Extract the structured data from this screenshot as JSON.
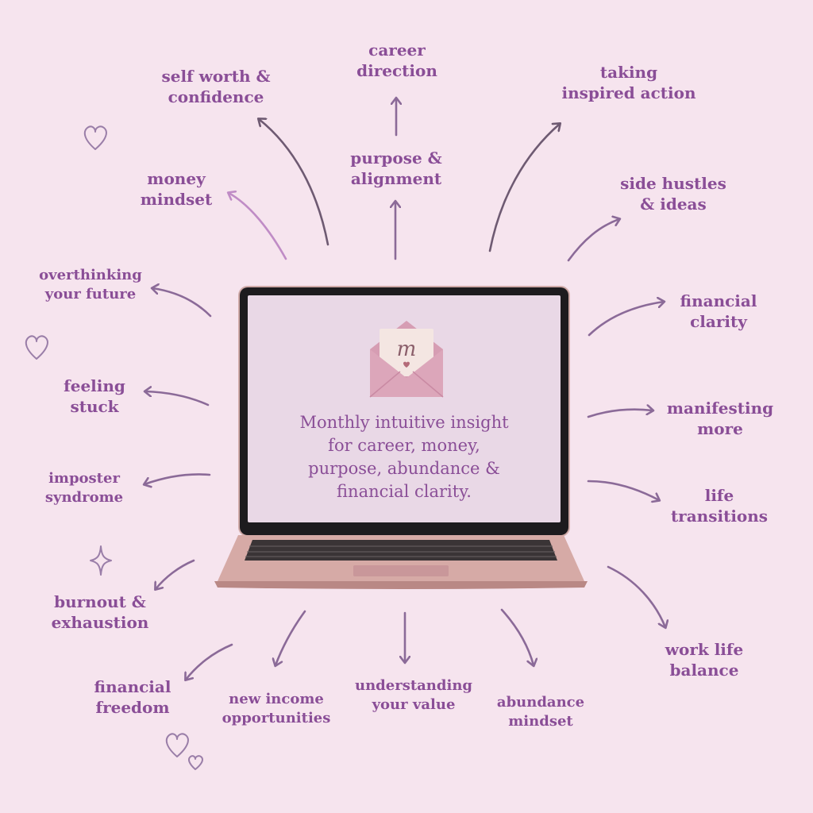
{
  "colors": {
    "background": "#f6e4ee",
    "label": "#8a4e97",
    "arrow": "#8b6a98",
    "arrow_light": "#c08cc6",
    "arrow_dark": "#6e5a72",
    "laptop_body": "#d6aaa6",
    "envelope": "#d69db3"
  },
  "icons": [
    "heart-icon",
    "sparkle-icon",
    "envelope-icon"
  ],
  "center": {
    "envelope_letter": "m",
    "message": [
      "Monthly intuitive insight",
      "for career, money,",
      "purpose, abundance &",
      "financial clarity."
    ]
  },
  "topics": {
    "career_direction": [
      "career",
      "direction"
    ],
    "self_worth": [
      "self worth &",
      "confidence"
    ],
    "taking_action": [
      "taking",
      "inspired action"
    ],
    "purpose_alignment": [
      "purpose &",
      "alignment"
    ],
    "money_mindset": [
      "money",
      "mindset"
    ],
    "side_hustles": [
      "side hustles",
      "& ideas"
    ],
    "overthinking": [
      "overthinking",
      "your future"
    ],
    "financial_clarity": [
      "financial",
      "clarity"
    ],
    "feeling_stuck": [
      "feeling",
      "stuck"
    ],
    "manifesting": [
      "manifesting",
      "more"
    ],
    "imposter": [
      "imposter",
      "syndrome"
    ],
    "life_transitions": [
      "life",
      "transitions"
    ],
    "burnout": [
      "burnout &",
      "exhaustion"
    ],
    "work_life": [
      "work life",
      "balance"
    ],
    "financial_freedom": [
      "financial",
      "freedom"
    ],
    "new_income": [
      "new income",
      "opportunities"
    ],
    "understanding_value": [
      "understanding",
      "your value"
    ],
    "abundance_mindset": [
      "abundance",
      "mindset"
    ]
  }
}
